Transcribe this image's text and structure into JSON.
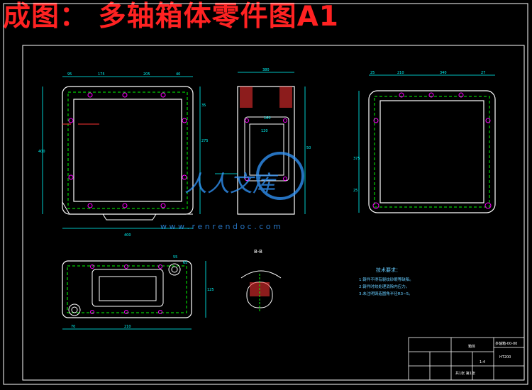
{
  "title": "成图：  多轴箱体零件图A1",
  "colors": {
    "background": "#000000",
    "title": "#ff2222",
    "outline": "#ffffff",
    "dimension": "#00ffff",
    "hidden": "#00ff00",
    "holes": "#ff00ff",
    "section": "#ff3333",
    "notes": "#66ccff",
    "watermark": "#3399ff"
  },
  "watermark": {
    "brand": "人人文库",
    "url": "w w w . r e n r e n d o c . c o m"
  },
  "section_label": "B-B",
  "notes": {
    "heading": "技术要求：",
    "items": [
      "1.铸件不得有裂纹砂眼等缺陷。",
      "2.铸件时效处理消除内应力。",
      "3.未注明铸造圆角半径R3~5。"
    ]
  },
  "dims": {
    "front_top": [
      "95",
      "175",
      "205",
      "40"
    ],
    "front_bottom": [
      "400"
    ],
    "front_left": [
      "400"
    ],
    "front_right": [
      "275",
      "35"
    ],
    "side_top": [
      "380",
      "160"
    ],
    "side_mid": [
      "120",
      "50"
    ],
    "right_top": [
      "25",
      "210",
      "340",
      "27"
    ],
    "right_left": [
      "375",
      "25"
    ],
    "bottom_view": [
      "210",
      "70",
      "125"
    ],
    "bottom_top": [
      "55",
      "65"
    ]
  },
  "title_block": {
    "name": "箱体",
    "code": "多轴箱-00-00",
    "material": "HT200",
    "scale": "1:4",
    "sheet": "共1张 第1张"
  }
}
